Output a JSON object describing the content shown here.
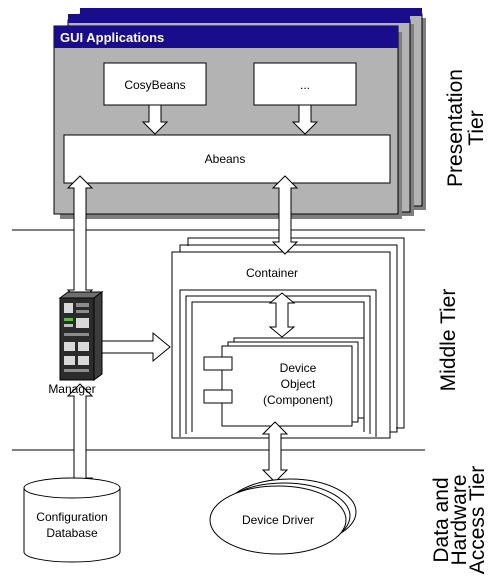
{
  "presentation": {
    "window_title": "GUI Applications",
    "box_cosybeans": "CosyBeans",
    "box_more": "...",
    "box_abeans": "Abeans"
  },
  "middle": {
    "container_label": "Container",
    "device_object_lines": [
      "Device",
      "Object",
      "(Component)"
    ]
  },
  "manager": {
    "label": "Manager"
  },
  "data_tier": {
    "config_db_lines": [
      "Configuration",
      "Database"
    ],
    "device_driver": "Device Driver"
  },
  "tiers": {
    "presentation": [
      "Presentation",
      "Tier"
    ],
    "middle": [
      "Middle Tier"
    ],
    "data": [
      "Data and",
      "Hardware",
      "Access Tier"
    ]
  },
  "colors": {
    "window_title_bar": "#1a0d8c",
    "window_body": "#b3b3b3",
    "window_shadow": "#808080",
    "server_dark": "#2b2b2b"
  }
}
